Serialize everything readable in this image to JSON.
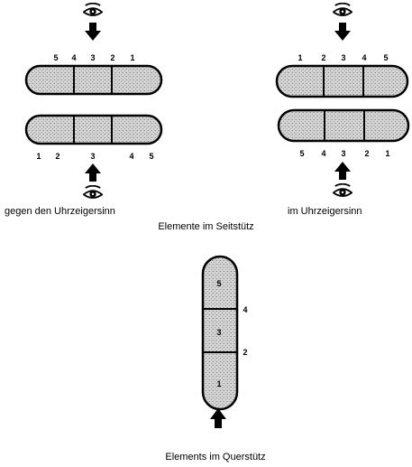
{
  "diagram": {
    "left_group": {
      "top_pill_numbers": [
        "5",
        "4",
        "3",
        "2",
        "1"
      ],
      "bottom_pill_numbers": [
        "1",
        "2",
        "3",
        "4",
        "5"
      ],
      "caption": "gegen den Uhrzeigersinn"
    },
    "right_group": {
      "top_pill_numbers": [
        "1",
        "2",
        "3",
        "4",
        "5"
      ],
      "bottom_pill_numbers": [
        "5",
        "4",
        "3",
        "2",
        "1"
      ],
      "caption": "im Uhrzeigersinn"
    },
    "section_title": "Elemente im Seitstütz",
    "vertical": {
      "cell_numbers": [
        "5",
        "3",
        "1"
      ],
      "side_numbers": [
        "4",
        "2"
      ],
      "caption": "Elements im Querstütz"
    },
    "icons": [
      "eye-icon",
      "down-arrow-icon",
      "up-arrow-icon"
    ]
  }
}
